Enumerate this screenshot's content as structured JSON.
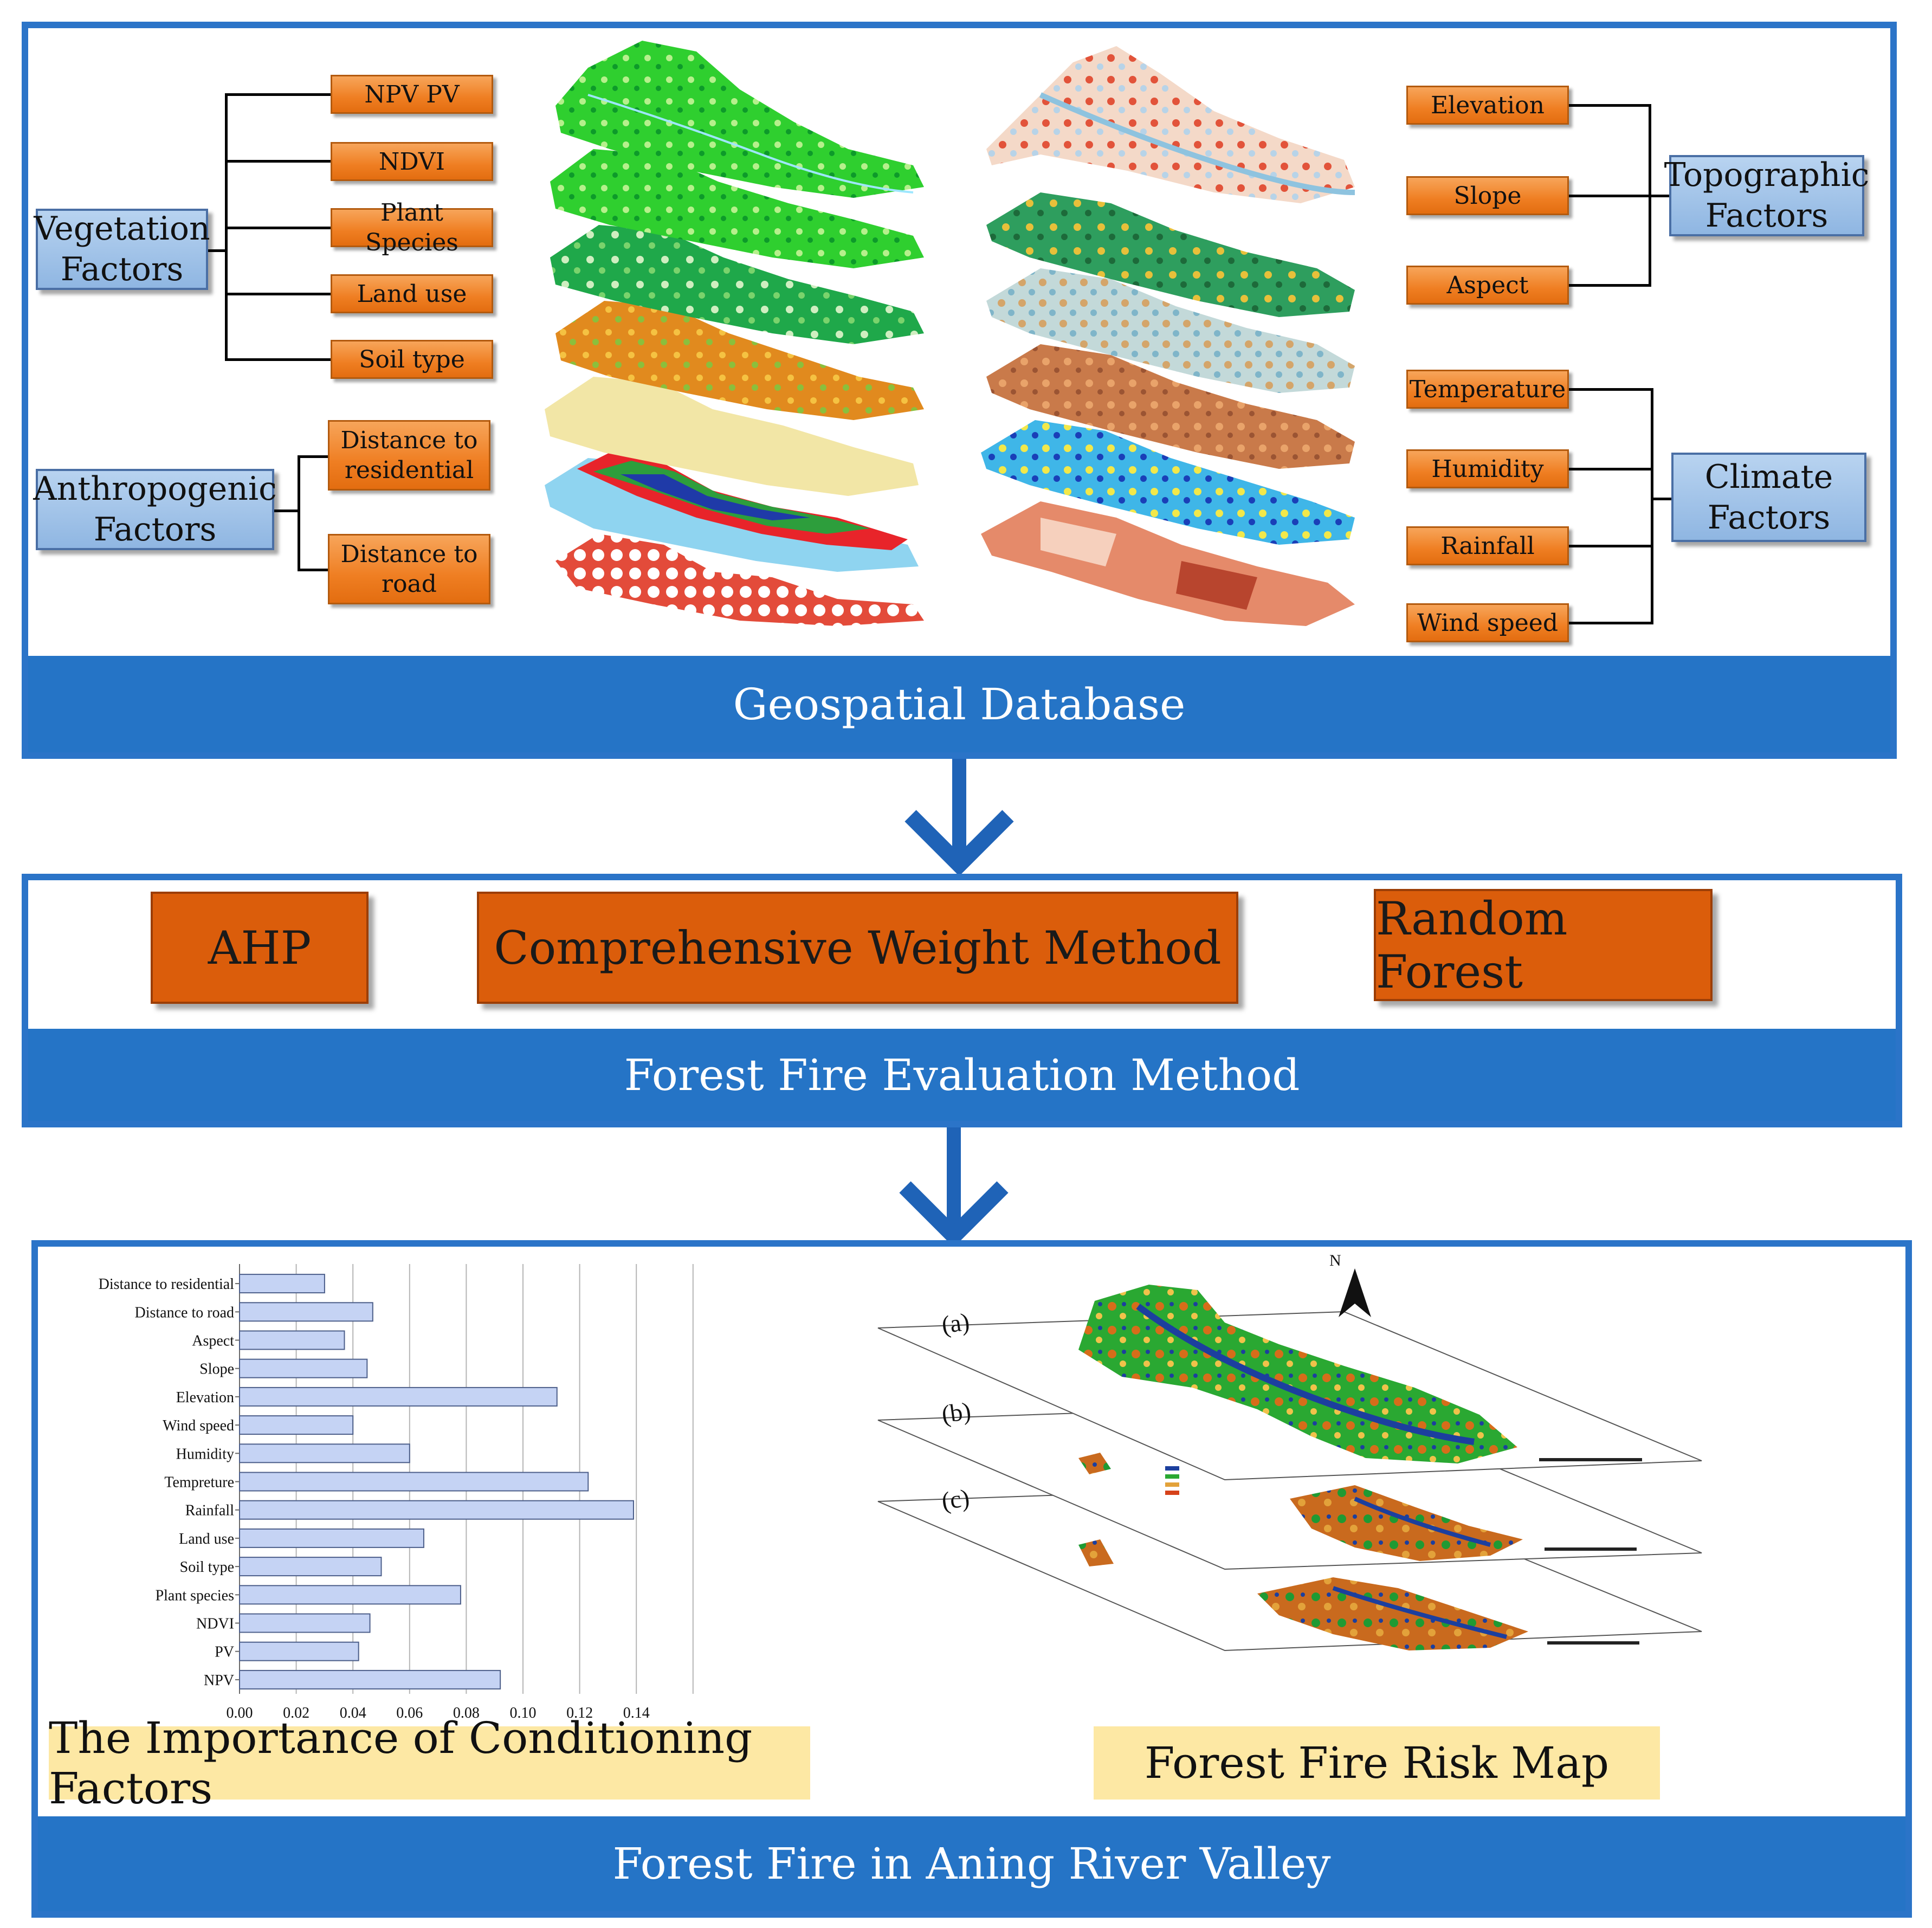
{
  "geospatial": {
    "title": "Geospatial Database",
    "vegetation": {
      "label": "Vegetation Factors",
      "factors": [
        "NPV PV",
        "NDVI",
        "Plant Species",
        "Land use",
        "Soil type"
      ]
    },
    "anthropogenic": {
      "label": "Anthropogenic Factors",
      "factors": [
        "Distance to residential",
        "Distance to road"
      ]
    },
    "topographic": {
      "label": "Topographic Factors",
      "factors": [
        "Elevation",
        "Slope",
        "Aspect"
      ]
    },
    "climate": {
      "label": "Climate Factors",
      "factors": [
        "Temperature",
        "Humidity",
        "Rainfall",
        "Wind speed"
      ]
    }
  },
  "evaluation": {
    "title": "Forest Fire Evaluation Method",
    "methods": [
      "AHP",
      "Comprehensive Weight Method",
      "Random Forest"
    ]
  },
  "results": {
    "title": "Forest Fire in Aning River Valley",
    "importance_label": "The Importance of Conditioning Factors",
    "risk_map_label": "Forest Fire Risk Map",
    "map_panel_letters": [
      "(a)",
      "(b)",
      "(c)"
    ]
  },
  "colors": {
    "panel_blue": "#2574c6",
    "category_blue": "#9dc0e8",
    "factor_orange": "#ef7e22",
    "method_orange": "#db5d0b",
    "label_yellow": "#fde8a4",
    "bar_fill": "#c5d3f4"
  },
  "chart_data": {
    "type": "bar",
    "orientation": "horizontal",
    "categories": [
      "Distance to residential",
      "Distance to road",
      "Aspect",
      "Slope",
      "Elevation",
      "Wind speed",
      "Humidity",
      "Tempreture",
      "Rainfall",
      "Land use",
      "Soil type",
      "Plant species",
      "NDVI",
      "PV",
      "NPV"
    ],
    "values": [
      0.03,
      0.047,
      0.037,
      0.045,
      0.112,
      0.04,
      0.06,
      0.123,
      0.139,
      0.065,
      0.05,
      0.078,
      0.046,
      0.042,
      0.092
    ],
    "xlim": [
      0,
      0.16
    ],
    "xticks": [
      "0.00",
      "0.02",
      "0.04",
      "0.06",
      "0.08",
      "0.10",
      "0.12",
      "0.14"
    ],
    "grid": true,
    "title": "",
    "xlabel": "",
    "ylabel": ""
  }
}
